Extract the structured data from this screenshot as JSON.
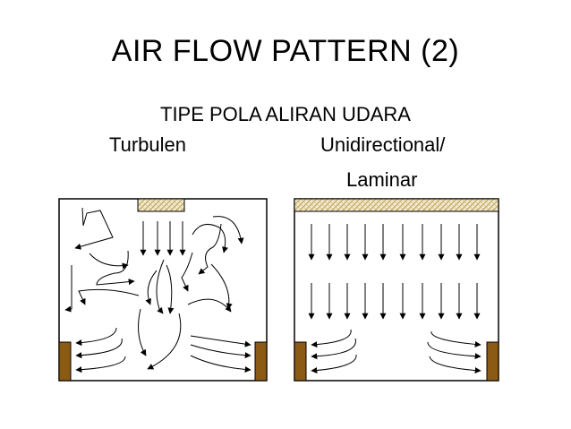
{
  "slide": {
    "title": "AIR FLOW PATTERN (2)",
    "subtitle": "TIPE POLA ALIRAN UDARA",
    "turbulent_label": "Turbulen",
    "unidirectional_label_line1": "Unidirectional/",
    "unidirectional_label_line2": "Laminar"
  },
  "colors": {
    "wall": "#000000",
    "door": "#8B5A14",
    "filter_hatch": "#c8b070",
    "filter_fill": "#f0ead0"
  },
  "icons": {
    "door": "brown-door-rectangle",
    "filter": "hatched-hepa-filter"
  }
}
